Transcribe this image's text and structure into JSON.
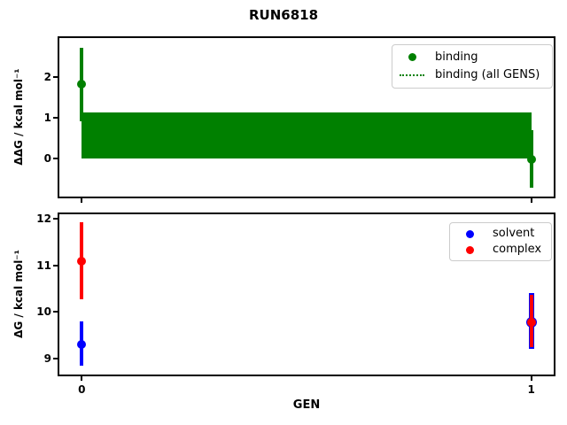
{
  "figure": {
    "title": "RUN6818",
    "background_color": "#ffffff",
    "spine_color": "#000000"
  },
  "chart_data": [
    {
      "type": "scatter",
      "subplot": "top",
      "ylabel": "ΔΔG / kcal mol⁻¹",
      "xlabel": "",
      "xlim": [
        -0.05,
        1.05
      ],
      "ylim": [
        -0.94,
        2.96
      ],
      "xticks": [
        0,
        1
      ],
      "xtick_labels": [
        "0",
        "1"
      ],
      "show_xtick_labels": false,
      "yticks": [
        0,
        1,
        2
      ],
      "ytick_labels": [
        "0",
        "1",
        "2"
      ],
      "grid": false,
      "legend_position": "upper right",
      "band": {
        "name": "binding (all GENS)",
        "color": "#008000",
        "x": [
          0,
          1
        ],
        "y_lo": 0.0,
        "y_hi": 1.12
      },
      "series": [
        {
          "name": "binding",
          "color": "#008000",
          "points": [
            {
              "x": 0,
              "y": 1.82,
              "lo": 0.92,
              "hi": 2.72
            },
            {
              "x": 1,
              "y": -0.02,
              "lo": -0.72,
              "hi": 0.7
            }
          ]
        }
      ],
      "legend": {
        "entries": [
          {
            "label": "binding",
            "marker": "dot",
            "color": "#008000"
          },
          {
            "label": "binding (all GENS)",
            "marker": "dotted-line",
            "color": "#008000"
          }
        ]
      }
    },
    {
      "type": "scatter",
      "subplot": "bottom",
      "ylabel": "ΔG / kcal mol⁻¹",
      "xlabel": "GEN",
      "xlim": [
        -0.05,
        1.05
      ],
      "ylim": [
        8.66,
        12.1
      ],
      "xticks": [
        0,
        1
      ],
      "xtick_labels": [
        "0",
        "1"
      ],
      "show_xtick_labels": true,
      "yticks": [
        9,
        10,
        11,
        12
      ],
      "ytick_labels": [
        "9",
        "10",
        "11",
        "12"
      ],
      "grid": false,
      "legend_position": "upper right",
      "series": [
        {
          "name": "solvent",
          "color": "#0000ff",
          "points": [
            {
              "x": 0,
              "y": 9.3,
              "lo": 8.85,
              "hi": 9.8
            },
            {
              "x": 1,
              "y": 9.79,
              "lo": 9.22,
              "hi": 10.4,
              "lw": 6,
              "dot": 12
            }
          ]
        },
        {
          "name": "complex",
          "color": "#ff0000",
          "points": [
            {
              "x": 0,
              "y": 11.1,
              "lo": 10.28,
              "hi": 11.92
            },
            {
              "x": 1,
              "y": 9.79,
              "lo": 9.25,
              "hi": 10.37
            }
          ]
        }
      ],
      "legend": {
        "entries": [
          {
            "label": "solvent",
            "marker": "dot",
            "color": "#0000ff"
          },
          {
            "label": "complex",
            "marker": "dot",
            "color": "#ff0000"
          }
        ]
      }
    }
  ]
}
